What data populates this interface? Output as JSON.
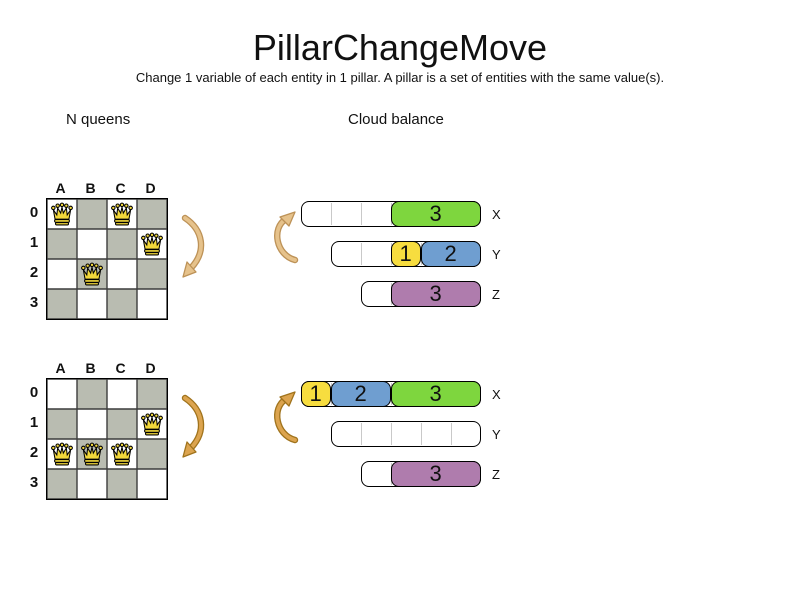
{
  "title": "PillarChangeMove",
  "subtitle": "Change 1 variable of each entity in 1 pillar. A pillar is a set of entities with the same value(s).",
  "sections": {
    "nqueens": "N queens",
    "cloud": "Cloud balance"
  },
  "colors": {
    "green": "#7ed63e",
    "yellow": "#f7dd3f",
    "blue": "#6f9ed0",
    "purple": "#af7cad",
    "board_gray": "#b9bcb1",
    "queen_yellow": "#f2d83c",
    "arrow_light_fill": "#e6c28b",
    "arrow_light_stroke": "#bd9257",
    "arrow_dark_fill": "#dca44f",
    "arrow_dark_stroke": "#a0731c"
  },
  "boards": [
    {
      "name": "before",
      "columns": [
        "A",
        "B",
        "C",
        "D"
      ],
      "rows": [
        "0",
        "1",
        "2",
        "3"
      ],
      "queens": [
        {
          "col": "A",
          "row": 0
        },
        {
          "col": "C",
          "row": 0
        },
        {
          "col": "D",
          "row": 1
        },
        {
          "col": "B",
          "row": 2
        }
      ]
    },
    {
      "name": "after",
      "columns": [
        "A",
        "B",
        "C",
        "D"
      ],
      "rows": [
        "0",
        "1",
        "2",
        "3"
      ],
      "queens": [
        {
          "col": "D",
          "row": 1
        },
        {
          "col": "A",
          "row": 2
        },
        {
          "col": "B",
          "row": 2
        },
        {
          "col": "C",
          "row": 2
        }
      ]
    }
  ],
  "cloud_groups": [
    {
      "name": "before",
      "bars": [
        {
          "label": "X",
          "capacity": 6,
          "segments": [
            {
              "value": "3",
              "color": "green",
              "start": 3,
              "size": 3
            }
          ]
        },
        {
          "label": "Y",
          "capacity": 5,
          "segments": [
            {
              "value": "1",
              "color": "yellow",
              "start": 2,
              "size": 1
            },
            {
              "value": "2",
              "color": "blue",
              "start": 3,
              "size": 2
            }
          ]
        },
        {
          "label": "Z",
          "capacity": 4,
          "segments": [
            {
              "value": "3",
              "color": "purple",
              "start": 1,
              "size": 3
            }
          ]
        }
      ]
    },
    {
      "name": "after",
      "bars": [
        {
          "label": "X",
          "capacity": 6,
          "segments": [
            {
              "value": "1",
              "color": "yellow",
              "start": 0,
              "size": 1
            },
            {
              "value": "2",
              "color": "blue",
              "start": 1,
              "size": 2
            },
            {
              "value": "3",
              "color": "green",
              "start": 3,
              "size": 3
            }
          ]
        },
        {
          "label": "Y",
          "capacity": 5,
          "segments": []
        },
        {
          "label": "Z",
          "capacity": 4,
          "segments": [
            {
              "value": "3",
              "color": "purple",
              "start": 1,
              "size": 3
            }
          ]
        }
      ]
    }
  ]
}
